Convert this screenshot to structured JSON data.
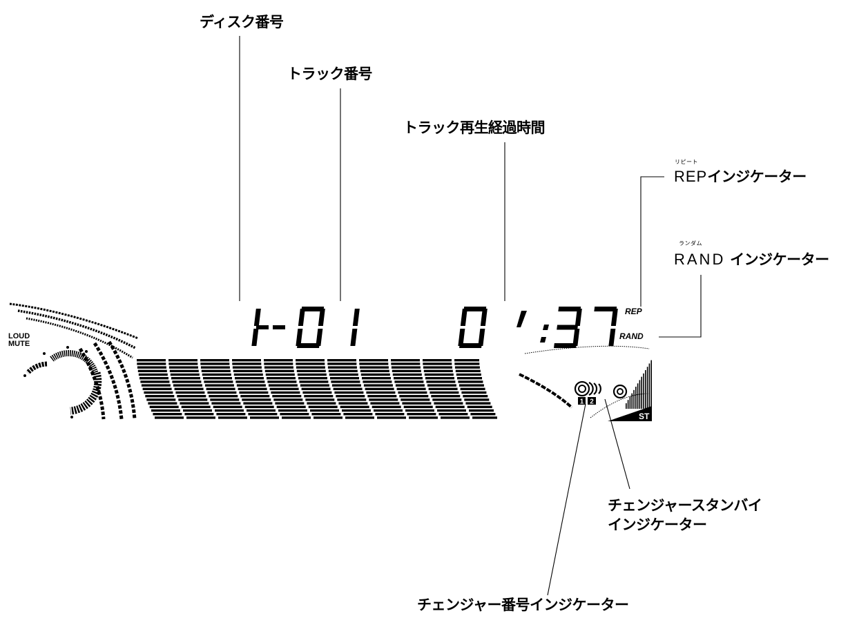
{
  "labels": {
    "disc_number": "ディスク番号",
    "track_number": "トラック番号",
    "elapsed_time": "トラック再生経過時間",
    "rep_ruby": "リピート",
    "rep_abbr": "REP",
    "rep_desc": "インジケーター",
    "rand_ruby": "ランダム",
    "rand_abbr": "RAND",
    "rand_desc": " インジケーター",
    "standby_line1": "チェンジャースタンバイ",
    "standby_line2": "インジケーター",
    "changer_number": "チェンジャー番号インジケーター"
  },
  "display": {
    "disc": "1",
    "separator": "--",
    "track": "01",
    "minutes": "0",
    "seconds": "37",
    "rep": "REP",
    "rand": "RAND",
    "loud": "LOUD",
    "mute": "MUTE",
    "changer_1": "1",
    "changer_2": "2",
    "st": "ST"
  }
}
